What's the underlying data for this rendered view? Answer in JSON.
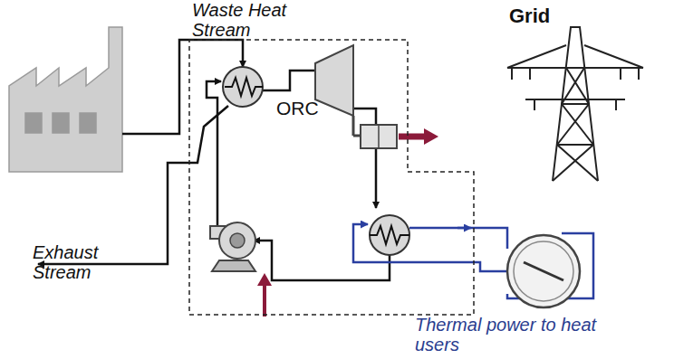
{
  "diagram": {
    "nodes": [
      {
        "text": [
          "ORC"
        ]
      }
    ],
    "labels": [
      "Waste Heat Stream",
      "Grid",
      "Exhaust Stream",
      "Thermal power to heat users"
    ]
  }
}
